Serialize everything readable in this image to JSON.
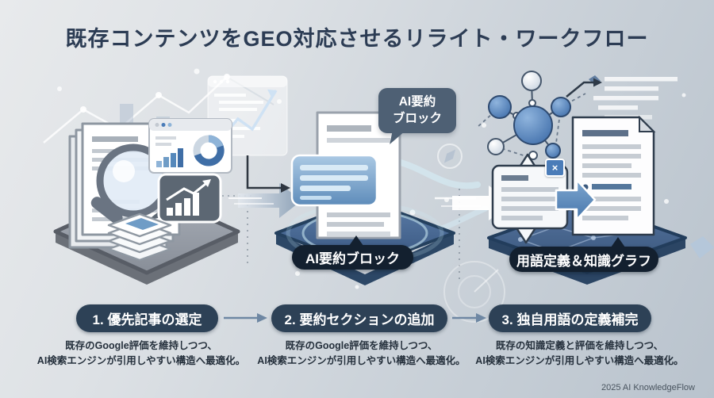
{
  "title": "既存コンテンツをGEO対応させるリライト・ワークフロー",
  "callout": {
    "line1": "AI要約",
    "line2": "ブロック"
  },
  "stage_labels": {
    "middle": "AI要約ブロック",
    "right": "用語定義＆知識グラフ"
  },
  "steps": [
    {
      "label": "1. 優先記事の選定",
      "desc_line1": "既存のGoogle評価を維持しつつ、",
      "desc_line2": "AI検索エンジンが引用しやすい構造へ最適化。"
    },
    {
      "label": "2. 要約セクションの追加",
      "desc_line1": "既存のGoogle評価を維持しつつ、",
      "desc_line2": "AI検索エンジンが引用しやすい構造へ最適化。"
    },
    {
      "label": "3. 独自用語の定義補完",
      "desc_line1": "既存の知識定義と評価を維持しつつ、",
      "desc_line2": "AI検索エンジンが引用しやすい構造へ最適化。"
    }
  ],
  "footer": "2025 AI KnowledgeFlow",
  "icons": {
    "close_badge": "×"
  },
  "colors": {
    "title_text": "#2c3c54",
    "step_pill": "#2d4156",
    "label_pill": "#13202f",
    "callout": "#4e6074",
    "accent_blue": "#4a7cb8",
    "platform_gray": "#9aa0aa",
    "platform_blue": "#3f5e88",
    "background": "#ccd3da"
  }
}
